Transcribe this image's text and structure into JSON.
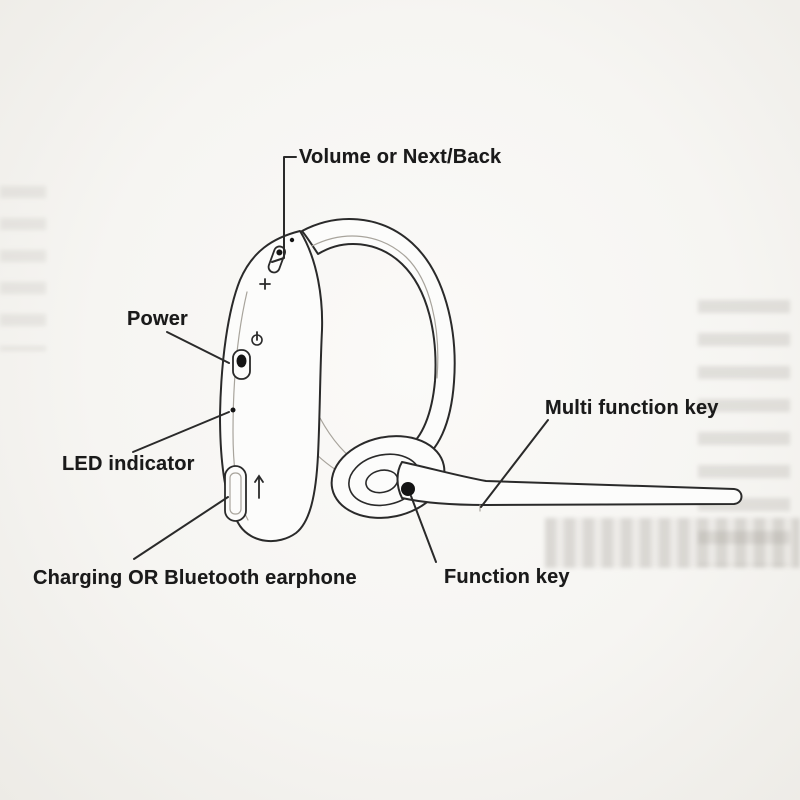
{
  "labels": {
    "volume": "Volume or Next/Back",
    "power": "Power",
    "led": "LED indicator",
    "charging": "Charging OR Bluetooth earphone",
    "multi_function": "Multi function key",
    "function": "Function key"
  },
  "colors": {
    "ink": "#1a1a1a",
    "line": "#2a2a2a",
    "bg": "#f4f3f0"
  }
}
